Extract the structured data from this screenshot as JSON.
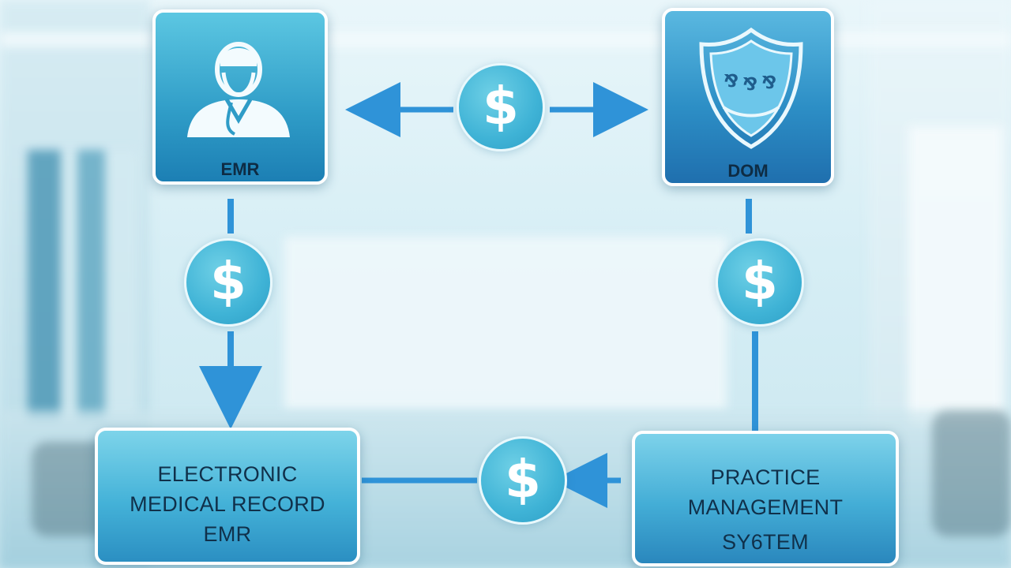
{
  "nodes": {
    "emr_top": {
      "label": "EMR"
    },
    "dom_top": {
      "label": "DOM"
    },
    "emr_bottom": {
      "lines": [
        "ELECTRONIC",
        "MEDICAL RECORD",
        "EMR"
      ]
    },
    "pms_bottom": {
      "lines": [
        "PRACTICE",
        "MANAGEMENT",
        "SY6TEM"
      ]
    }
  },
  "coins": {
    "top": "$",
    "left": "$",
    "right": "$",
    "bottom": "$"
  },
  "icons": {
    "emr_top": "doctor-icon",
    "dom_top": "shield-icon"
  },
  "colors": {
    "arrow": "#2f93d8",
    "coin": "#3fb3d6",
    "box_dark": "#1c7fb4",
    "text": "#0e2c44"
  }
}
